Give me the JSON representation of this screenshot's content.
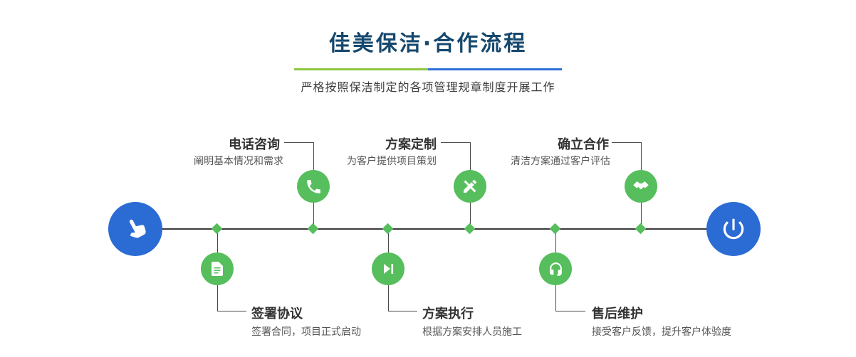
{
  "header": {
    "title": "佳美保洁·合作流程",
    "subtitle": "严格按照保洁制定的各项管理规章制度开展工作"
  },
  "colors": {
    "title_text": "#16486e",
    "divider_green": "#8cc641",
    "divider_blue": "#2e6fd8",
    "endpoint_blue": "#2b6cd4",
    "step_green": "#56be5c",
    "line_dark": "#3a3a3a"
  },
  "timeline": {
    "start_icon": "hand-pointer-icon",
    "end_icon": "power-icon",
    "top_steps": [
      {
        "title": "电话咨询",
        "desc": "阐明基本情况和需求",
        "icon": "phone-icon"
      },
      {
        "title": "方案定制",
        "desc": "为客户提供项目策划",
        "icon": "pencil-ruler-icon"
      },
      {
        "title": "确立合作",
        "desc": "清洁方案通过客户评估",
        "icon": "handshake-icon"
      }
    ],
    "bottom_steps": [
      {
        "title": "签署协议",
        "desc": "签署合同，项目正式启动",
        "icon": "contract-icon"
      },
      {
        "title": "方案执行",
        "desc": "根据方案安排人员施工",
        "icon": "play-step-icon"
      },
      {
        "title": "售后维护",
        "desc": "接受客户反馈，提升客户体验度",
        "icon": "headset-icon"
      }
    ]
  }
}
